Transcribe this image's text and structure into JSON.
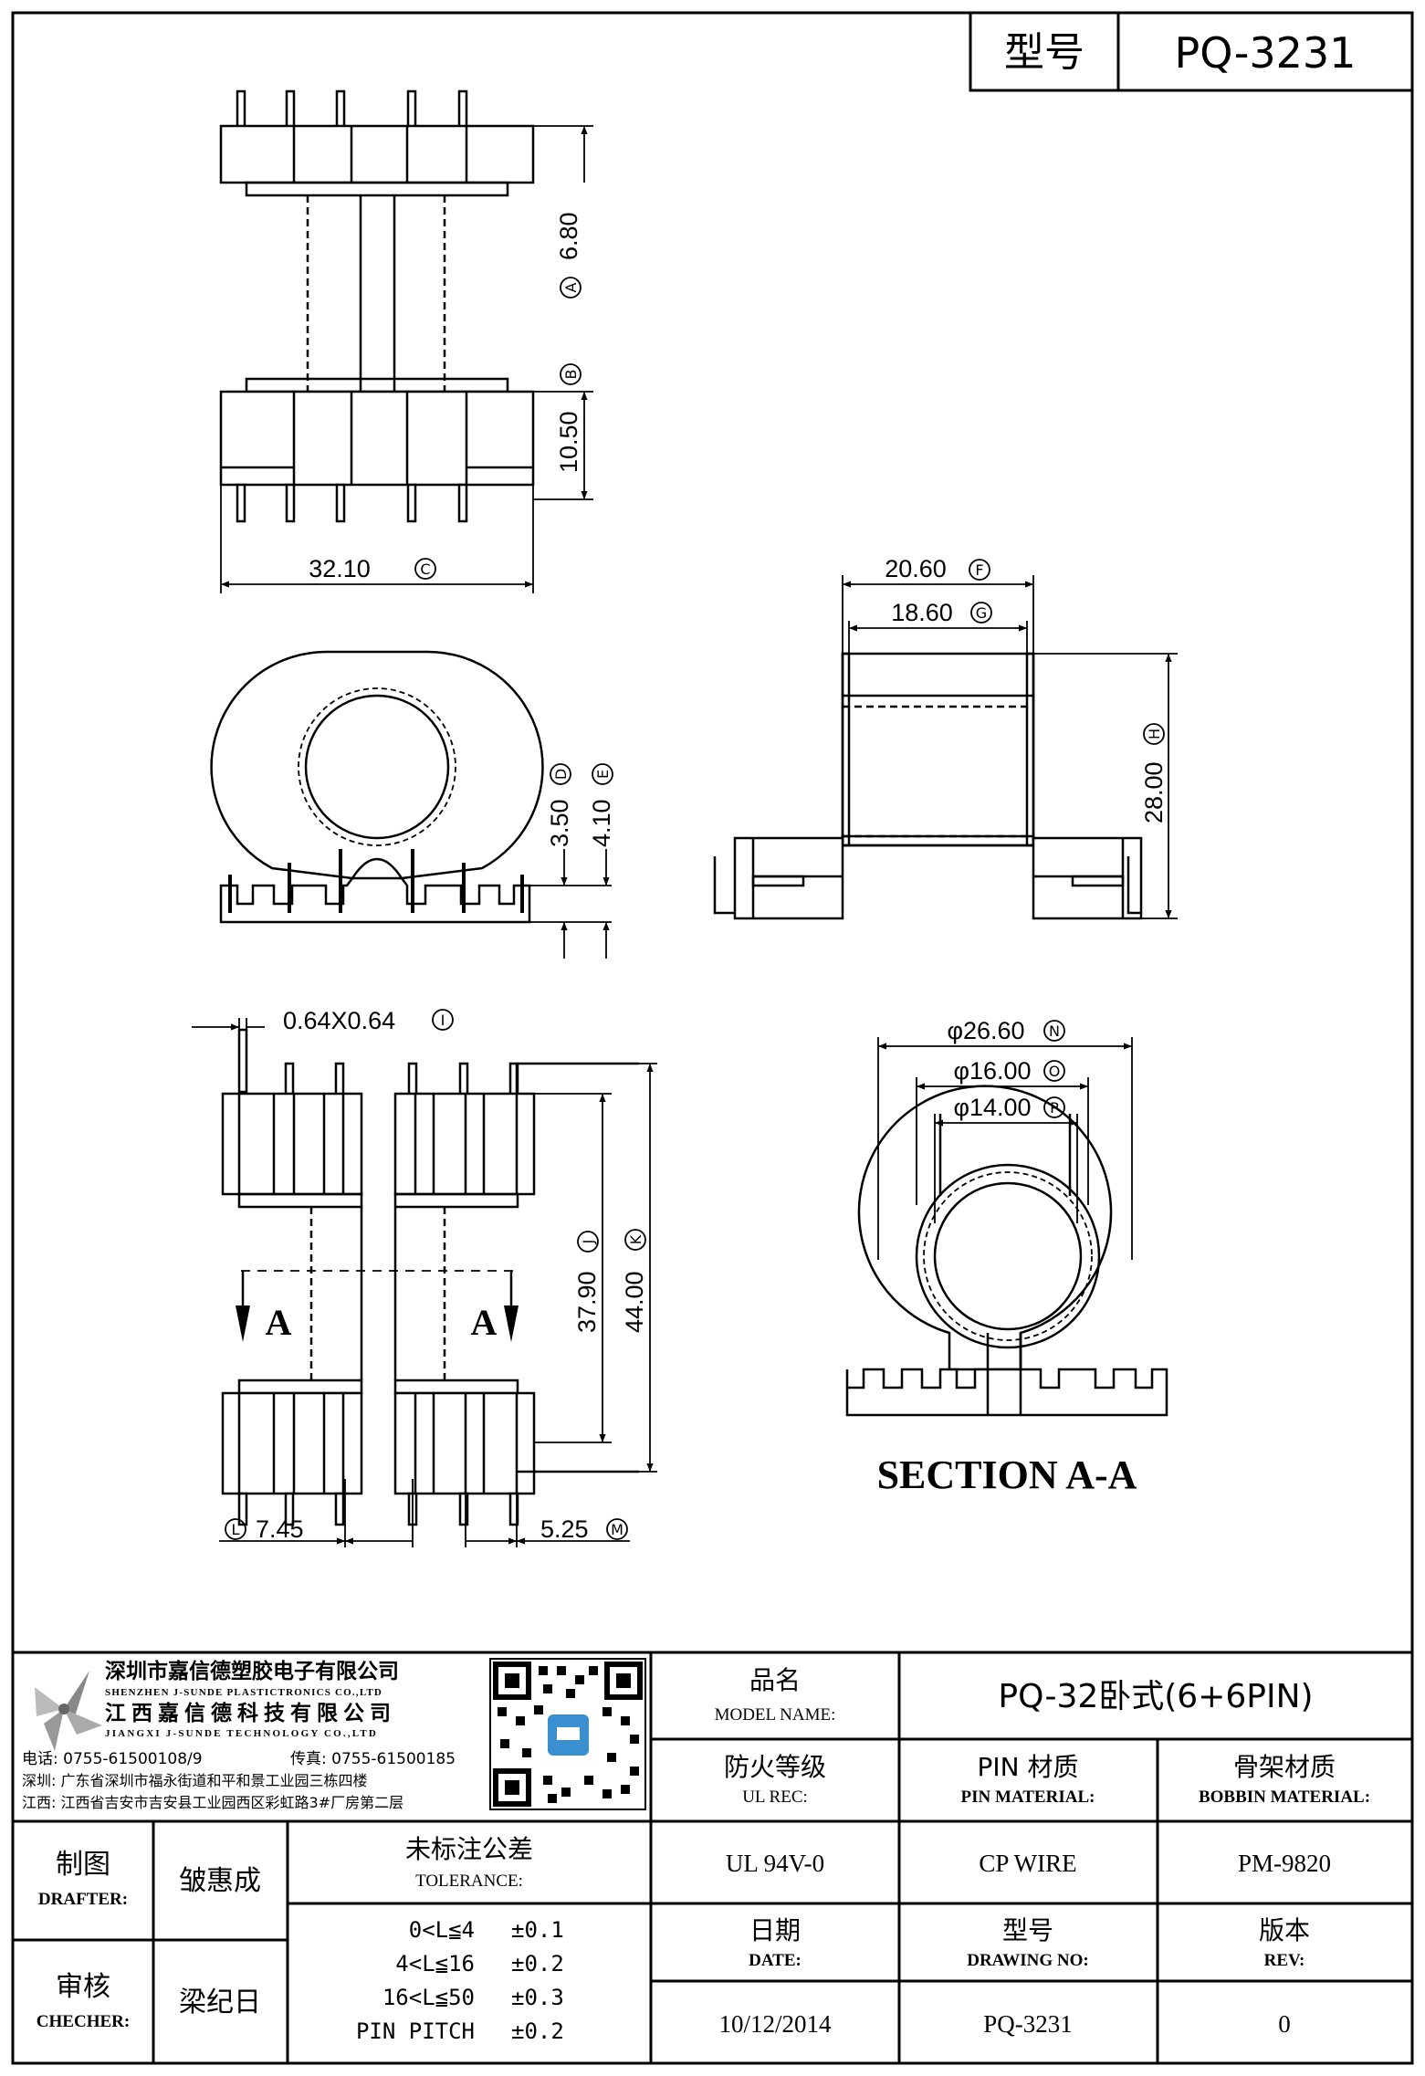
{
  "header": {
    "model_label": "型号",
    "model_value": "PQ-3231"
  },
  "dimensions": {
    "a": {
      "value": "6.80",
      "tag": "A"
    },
    "b": {
      "value": "10.50",
      "tag": "B"
    },
    "c": {
      "value": "32.10",
      "tag": "C"
    },
    "d": {
      "value": "3.50",
      "tag": "D"
    },
    "e": {
      "value": "4.10",
      "tag": "E"
    },
    "f": {
      "value": "20.60",
      "tag": "F"
    },
    "g": {
      "value": "18.60",
      "tag": "G"
    },
    "h": {
      "value": "28.00",
      "tag": "H"
    },
    "i": {
      "value": "0.64X0.64",
      "tag": "I"
    },
    "j": {
      "value": "37.90",
      "tag": "J"
    },
    "k": {
      "value": "44.00",
      "tag": "K"
    },
    "l": {
      "value": "7.45",
      "tag": "L"
    },
    "m": {
      "value": "5.25",
      "tag": "M"
    },
    "n": {
      "value": "φ26.60",
      "tag": "N"
    },
    "o": {
      "value": "φ16.00",
      "tag": "O"
    },
    "p": {
      "value": "φ14.00",
      "tag": "P"
    }
  },
  "section": {
    "marker": "A",
    "title": "SECTION A-A"
  },
  "company": {
    "name_sz": "深圳市嘉信德塑胶电子有限公司",
    "name_sz_en": "SHENZHEN J-SUNDE PLASTICTRONICS CO.,LTD",
    "name_jx": "江西嘉信德科技有限公司",
    "name_jx_en": "JIANGXI J-SUNDE TECHNOLOGY CO.,LTD",
    "tel": "电话: 0755-61500108/9",
    "fax": "传真: 0755-61500185",
    "addr_sz": "深圳: 广东省深圳市福永街道和平和景工业园三栋四楼",
    "addr_jx": "江西: 江西省吉安市吉安县工业园西区彩虹路3#厂房第二层"
  },
  "title_block": {
    "model_name_cn": "品名",
    "model_name_en": "MODEL NAME:",
    "model_name_value": "PQ-32卧式(6+6PIN)",
    "ul_cn": "防火等级",
    "ul_en": "UL REC:",
    "ul_value": "UL 94V-0",
    "pin_cn": "PIN 材质",
    "pin_en": "PIN MATERIAL:",
    "pin_value": "CP WIRE",
    "bobbin_cn": "骨架材质",
    "bobbin_en": "BOBBIN MATERIAL:",
    "bobbin_value": "PM-9820",
    "drafter_cn": "制图",
    "drafter_en": "DRAFTER:",
    "drafter_value": "皱惠成",
    "checker_cn": "审核",
    "checker_en": "CHECHER:",
    "checker_value": "梁纪日",
    "tolerance_cn": "未标注公差",
    "tolerance_en": "TOLERANCE:",
    "tolerances": [
      {
        "range": "0<L≦4",
        "value": "±0.1"
      },
      {
        "range": "4<L≦16",
        "value": "±0.2"
      },
      {
        "range": "16<L≦50",
        "value": "±0.3"
      },
      {
        "range": "PIN PITCH",
        "value": "±0.2"
      }
    ],
    "date_cn": "日期",
    "date_en": "DATE:",
    "date_value": "10/12/2014",
    "drawing_cn": "型号",
    "drawing_en": "DRAWING NO:",
    "drawing_value": "PQ-3231",
    "rev_cn": "版本",
    "rev_en": "REV:",
    "rev_value": "0"
  },
  "icons": [
    "qr-code-icon",
    "company-logo-icon",
    "circle-letter-icon"
  ]
}
